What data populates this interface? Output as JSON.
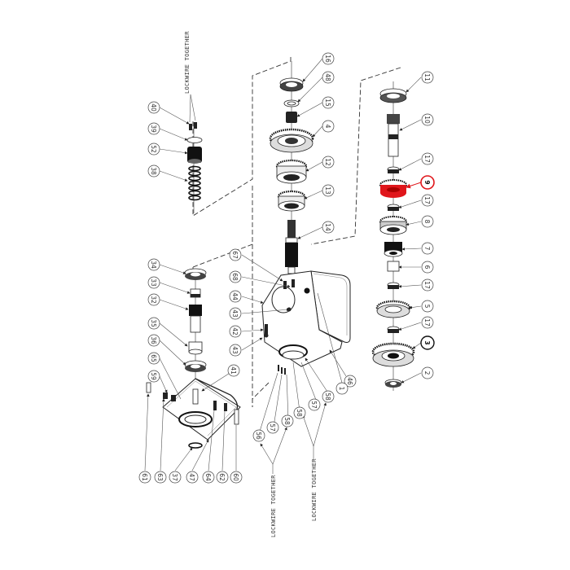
{
  "diagram": {
    "type": "exploded-parts-diagram",
    "subject": "gearbox assembly",
    "highlight_color": "#e0161b",
    "notes": [
      {
        "id": "note-top-left",
        "text": "LOCKWIRE TOGETHER"
      },
      {
        "id": "note-bottom-1",
        "text": "LOCKWIRE TOGETHER"
      },
      {
        "id": "note-bottom-2",
        "text": "LOCKWIRE TOGETHER"
      }
    ],
    "columns": {
      "top_left_cluster": [
        "40",
        "39",
        "52",
        "38"
      ],
      "center_shaft": [
        "16",
        "48",
        "15",
        "4",
        "12",
        "13",
        "14"
      ],
      "right_shaft": [
        "11",
        "10",
        "17",
        "9",
        "17",
        "8",
        "7",
        "6",
        "17",
        "5",
        "17",
        "3",
        "2"
      ],
      "housing": [
        "67",
        "68",
        "44",
        "43",
        "42",
        "43",
        "46",
        "1",
        "58",
        "57",
        "58",
        "56",
        "57",
        "58"
      ],
      "left_lower_cluster": [
        "34",
        "33",
        "32",
        "35",
        "36",
        "65",
        "59",
        "41"
      ],
      "left_base": [
        "61",
        "63",
        "37",
        "47",
        "64",
        "62",
        "60"
      ]
    },
    "highlighted_part": "9",
    "bold_part": "3"
  },
  "labels": {
    "l40": "40",
    "l39": "39",
    "l52": "52",
    "l38": "38",
    "l16": "16",
    "l48": "48",
    "l15": "15",
    "l4": "4",
    "l12": "12",
    "l13": "13",
    "l14": "14",
    "l11": "11",
    "l10": "10",
    "l17a": "17",
    "l9": "9",
    "l17b": "17",
    "l8": "8",
    "l7": "7",
    "l6": "6",
    "l17c": "17",
    "l5": "5",
    "l17d": "17",
    "l3": "3",
    "l2": "2",
    "l67": "67",
    "l68": "68",
    "l44": "44",
    "l43a": "43",
    "l42": "42",
    "l43b": "43",
    "l46": "46",
    "l1": "1",
    "l58a": "58",
    "l57a": "57",
    "l58b": "58",
    "l56": "56",
    "l57b": "57",
    "l58c": "58",
    "l34": "34",
    "l33": "33",
    "l32": "32",
    "l35": "35",
    "l36": "36",
    "l65": "65",
    "l59": "59",
    "l41": "41",
    "l61": "61",
    "l63": "63",
    "l37": "37",
    "l47": "47",
    "l64": "64",
    "l62": "62",
    "l60": "60"
  }
}
